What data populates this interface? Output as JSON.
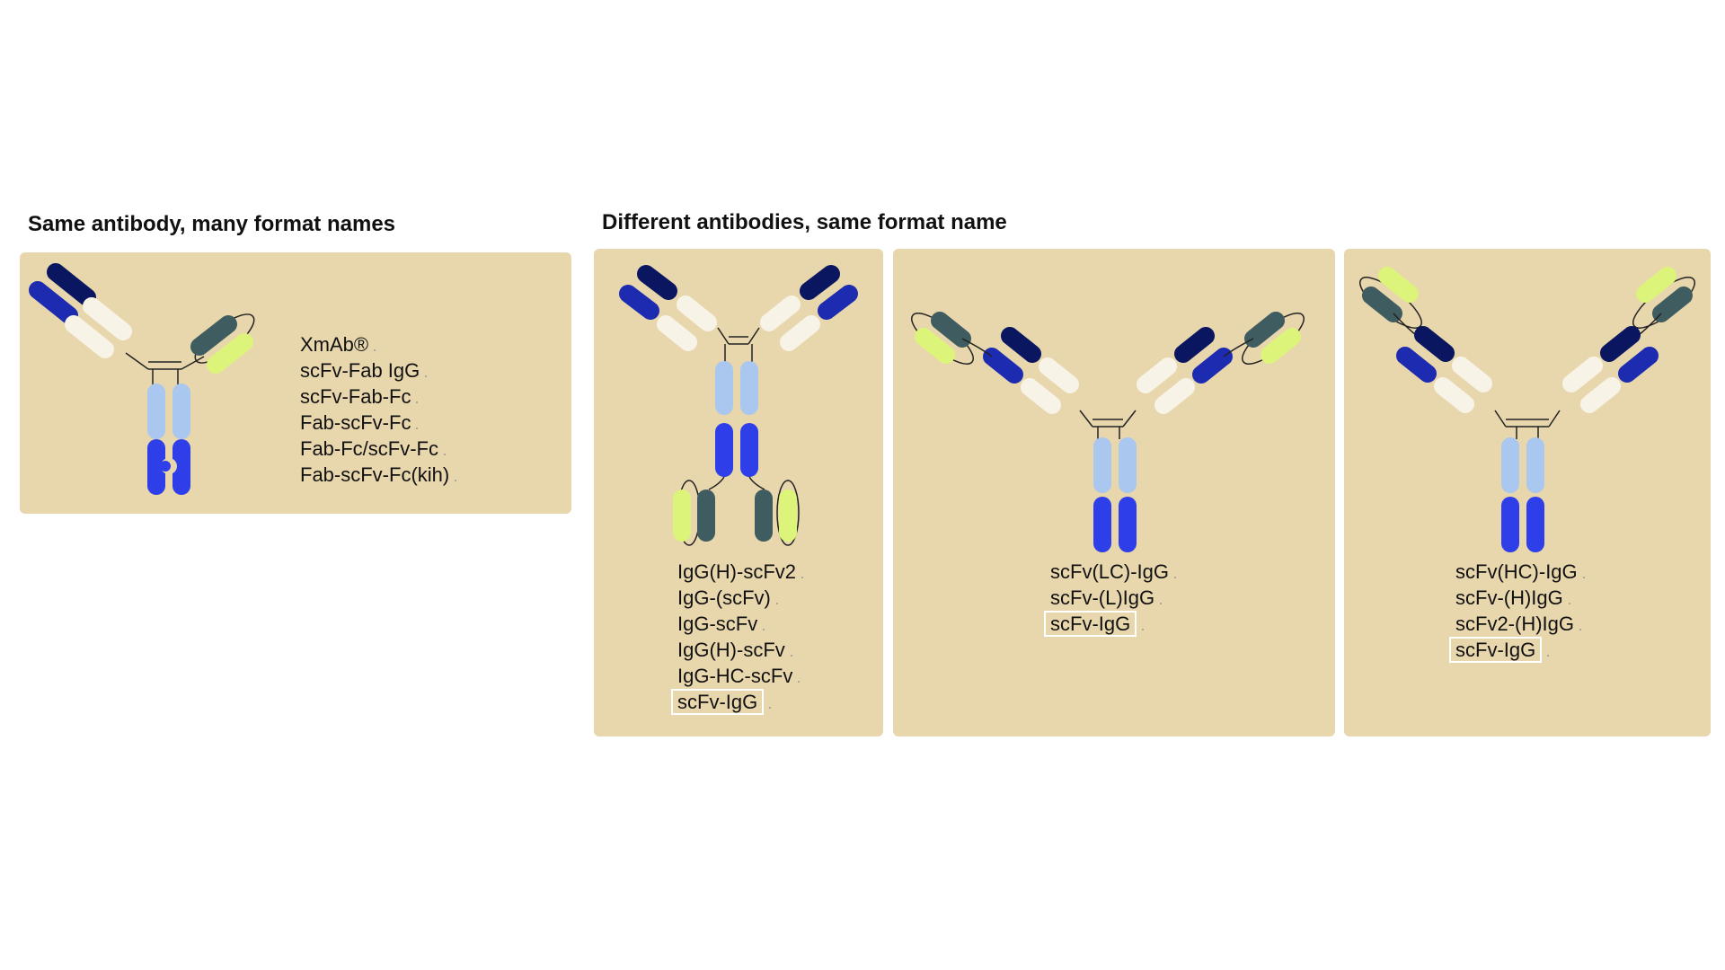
{
  "headings": {
    "left": "Same antibody, many format names",
    "right": "Different antibodies, same format name"
  },
  "colors": {
    "panel_bg": "#e8d6ad",
    "heavy_navy": "#0a1760",
    "heavy_blue": "#1d2bb0",
    "light_cream": "#f7f3e6",
    "hinge_light": "#a9c7ef",
    "fc_blue": "#2e3ee8",
    "scfv_dark": "#3f5c60",
    "scfv_lime": "#dcf47a",
    "highlight_box": "#ffffff"
  },
  "panel1": {
    "names": [
      "XmAb®",
      "scFv-Fab IgG",
      "scFv-Fab-Fc",
      "Fab-scFv-Fc",
      "Fab-Fc/scFv-Fc",
      "Fab-scFv-Fc(kih)"
    ],
    "highlighted": ""
  },
  "panel2": {
    "names": [
      "IgG(H)-scFv2",
      "IgG-(scFv)",
      "IgG-scFv",
      "IgG(H)-scFv",
      "IgG-HC-scFv",
      "scFv-IgG"
    ],
    "highlighted": "scFv-IgG"
  },
  "panel3": {
    "names": [
      "scFv(LC)-IgG",
      "scFv-(L)IgG",
      "scFv-IgG"
    ],
    "highlighted": "scFv-IgG"
  },
  "panel4": {
    "names": [
      "scFv(HC)-IgG",
      "scFv-(H)IgG",
      "scFv2-(H)IgG",
      "scFv-IgG"
    ],
    "highlighted": "scFv-IgG"
  }
}
